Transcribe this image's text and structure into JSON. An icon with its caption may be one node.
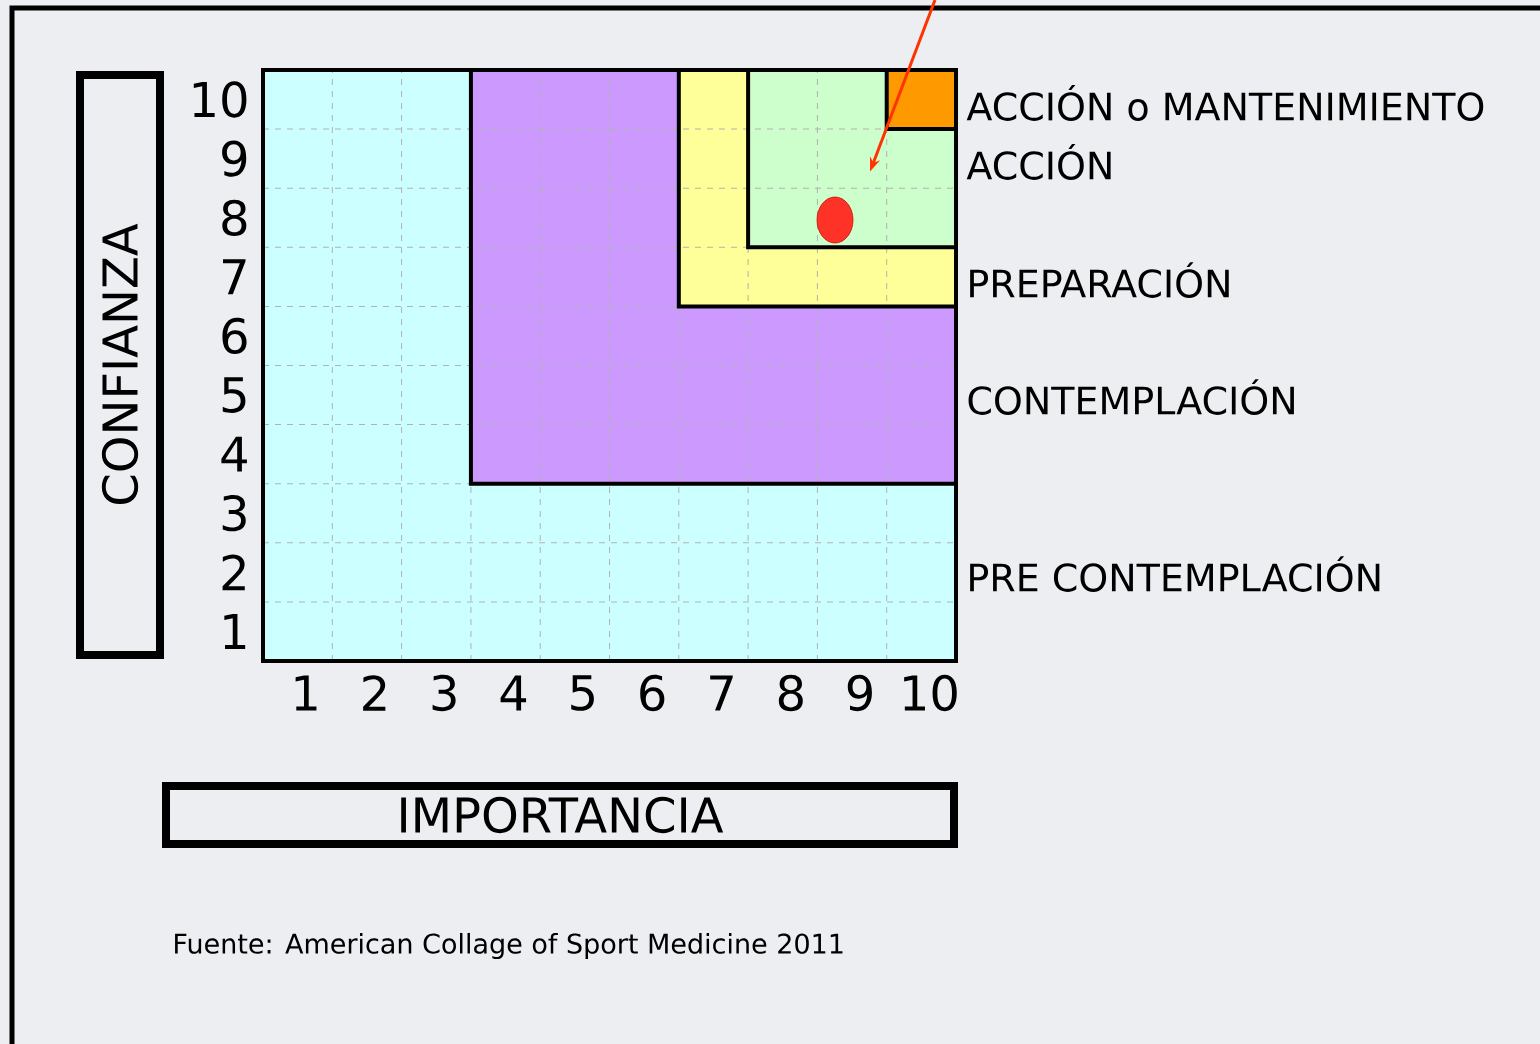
{
  "diagram": {
    "caption": "Fuente: American Collage of Sport Medicine 2011",
    "nodes": [
      {
        "text": [
          "CONFIANZA"
        ]
      },
      {
        "text": [
          "IMPORTANCIA"
        ]
      },
      {
        "text": [],
        "shape": "circle"
      }
    ],
    "edges": [
      {
        "from": null,
        "to": 2,
        "arrow": "to",
        "color": "#ff3300"
      }
    ],
    "labels": [
      "10",
      "9",
      "8",
      "7",
      "6",
      "5",
      "4",
      "3",
      "2",
      "1",
      "1",
      "2",
      "3",
      "4",
      "5",
      "6",
      "7",
      "8",
      "9",
      "10",
      "ACCIÓN o MANTENIMIENTO",
      "ACCIÓN",
      "PREPARACIÓN",
      "CONTEMPLACIÓN",
      "PRE CONTEMPLACIÓN"
    ]
  }
}
